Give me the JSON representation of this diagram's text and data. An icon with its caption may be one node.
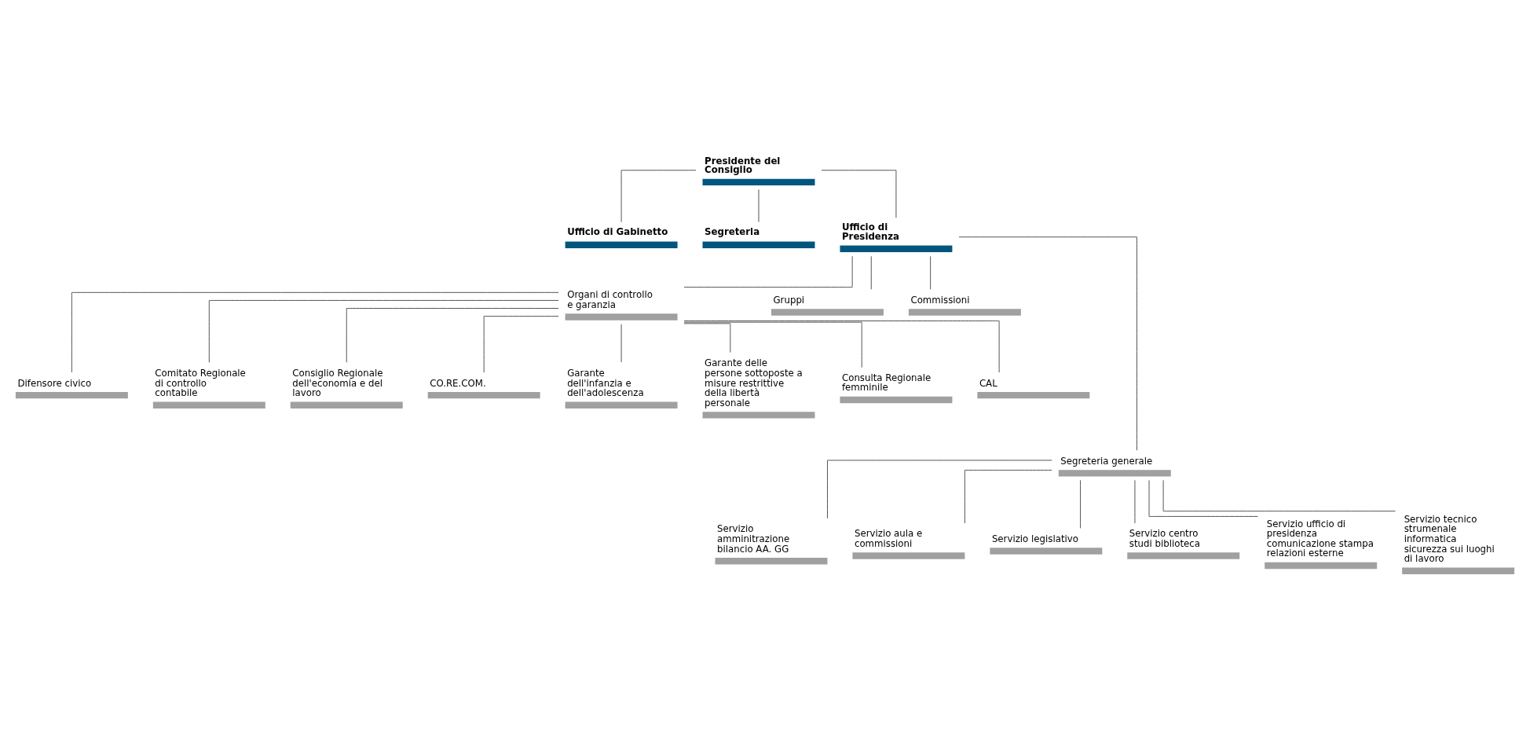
{
  "diagram": {
    "nodes": [
      {
        "text": [
          "Presidente del Consiglio"
        ]
      },
      {
        "text": [
          "Ufficio di Gabinetto"
        ]
      },
      {
        "text": [
          "Segreteria"
        ]
      },
      {
        "text": [
          "Ufficio di Presidenza"
        ]
      },
      {
        "text": [
          "Organi di controllo e garanzia"
        ]
      },
      {
        "text": [
          "Gruppi"
        ]
      },
      {
        "text": [
          "Commissioni"
        ]
      },
      {
        "text": [
          "Difensore civico"
        ]
      },
      {
        "text": [
          "Comitato Regionale di controllo contabile"
        ]
      },
      {
        "text": [
          "Consiglio Regionale dell'economia e del lavoro"
        ]
      },
      {
        "text": [
          "CO.RE.COM."
        ]
      },
      {
        "text": [
          "Garante dell'infanzia e dell'adolescenza"
        ]
      },
      {
        "text": [
          "Garante delle persone sottoposte a misure restrittive della libertà personale"
        ]
      },
      {
        "text": [
          "Consulta Regionale femminile"
        ]
      },
      {
        "text": [
          "CAL"
        ]
      },
      {
        "text": [
          "Segreteria generale"
        ]
      },
      {
        "text": [
          "Servizio amminitrazione bilancio AA. GG"
        ]
      },
      {
        "text": [
          "Servizio aula e commissioni"
        ]
      },
      {
        "text": [
          "Servizio legislativo"
        ]
      },
      {
        "text": [
          "Servizio centro studi biblioteca"
        ]
      },
      {
        "text": [
          "Servizio ufficio di presidenza comunicazione stampa relazioni esterne"
        ]
      },
      {
        "text": [
          "Servizio tecnico strumenale informatica sicurezza sui luoghi di lavoro"
        ]
      }
    ],
    "edges": [
      {
        "from": 0,
        "to": 1,
        "arrow": "none"
      },
      {
        "from": 0,
        "to": 2,
        "arrow": "none"
      },
      {
        "from": 0,
        "to": 3,
        "arrow": "none"
      },
      {
        "from": 3,
        "to": 4,
        "arrow": "none"
      },
      {
        "from": 3,
        "to": 5,
        "arrow": "none"
      },
      {
        "from": 3,
        "to": 6,
        "arrow": "none"
      },
      {
        "from": 3,
        "to": 15,
        "arrow": "none"
      },
      {
        "from": 4,
        "to": 7,
        "arrow": "none"
      },
      {
        "from": 4,
        "to": 8,
        "arrow": "none"
      },
      {
        "from": 4,
        "to": 9,
        "arrow": "none"
      },
      {
        "from": 4,
        "to": 10,
        "arrow": "none"
      },
      {
        "from": 4,
        "to": 11,
        "arrow": "none"
      },
      {
        "from": 4,
        "to": 12,
        "arrow": "none"
      },
      {
        "from": 4,
        "to": 13,
        "arrow": "none"
      },
      {
        "from": 4,
        "to": 14,
        "arrow": "none"
      },
      {
        "from": 15,
        "to": 16,
        "arrow": "none"
      },
      {
        "from": 15,
        "to": 17,
        "arrow": "none"
      },
      {
        "from": 15,
        "to": 18,
        "arrow": "none"
      },
      {
        "from": 15,
        "to": 19,
        "arrow": "none"
      },
      {
        "from": 15,
        "to": 20,
        "arrow": "none"
      },
      {
        "from": 15,
        "to": 21,
        "arrow": "none"
      }
    ]
  }
}
